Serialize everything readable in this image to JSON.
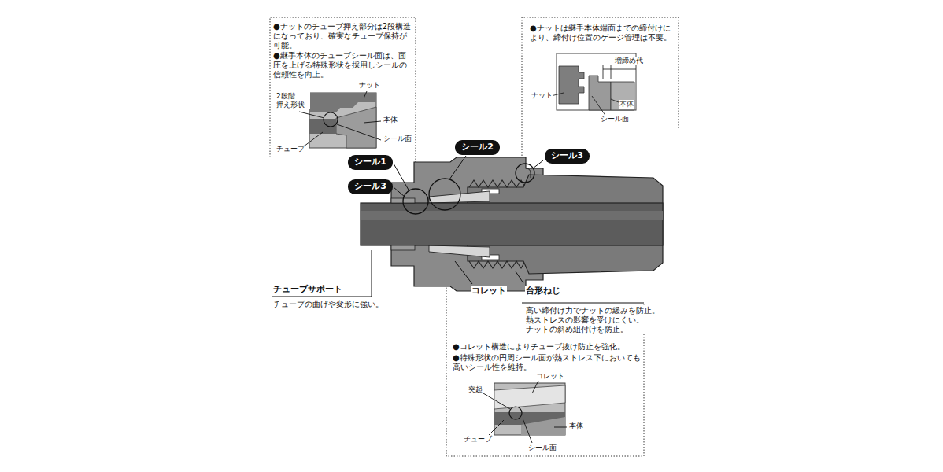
{
  "diagram": {
    "nodes": [
      {
        "text": [
          "シール1"
        ]
      },
      {
        "text": [
          "シール3"
        ]
      },
      {
        "text": [
          "シール2"
        ]
      },
      {
        "text": [
          "シール3"
        ]
      }
    ],
    "labels": [
      "●ナットのチューブ押え部分は2段構造になっており、確実なチューブ保持が可能。",
      "●継手本体のチューブシール面は、面圧を上げる特殊形状を採用しシールの信頼性を向上。",
      "ナット",
      "2段階 押え形状",
      "本体",
      "チューブ",
      "シール面",
      "●ナットは継手本体端面までの締付けにより、締付け位置のゲージ管理は不要。",
      "増締め代",
      "ナット",
      "本体",
      "シール面",
      "チューブサポート",
      "チューブの曲げや変形に強い。",
      "コレット",
      "台形ねじ",
      "高い締付け力でナットの緩みを防止。 熱ストレスの影響を受けにくい。 ナットの斜め組付けを防止。",
      "●コレット構造によりチューブ抜け防止を強化。",
      "●特殊形状の円周シール面が熱ストレス下においても高いシール性を維持。",
      "突起",
      "コレット",
      "チューブ",
      "本体",
      "シール面"
    ]
  }
}
